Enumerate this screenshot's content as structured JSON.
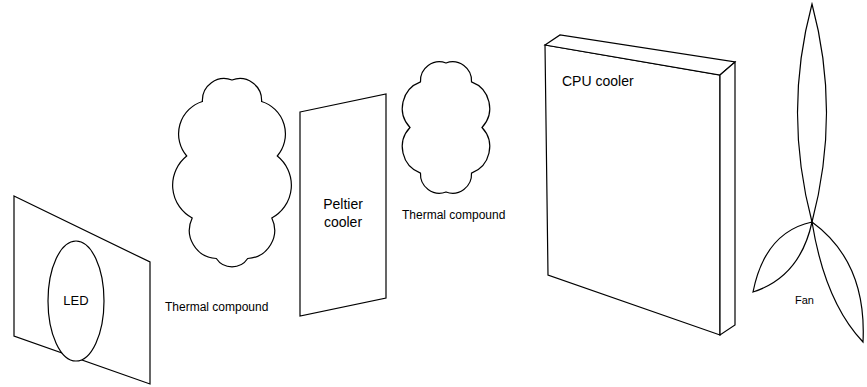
{
  "diagram": {
    "nodes": [
      {
        "text": [
          "LED"
        ]
      },
      {
        "text": [
          "Thermal compound"
        ]
      },
      {
        "text": [
          "Peltier cooler"
        ]
      },
      {
        "text": [
          "Thermal compound"
        ]
      },
      {
        "text": [
          "CPU cooler"
        ]
      },
      {
        "text": [
          "Fan"
        ]
      }
    ]
  }
}
